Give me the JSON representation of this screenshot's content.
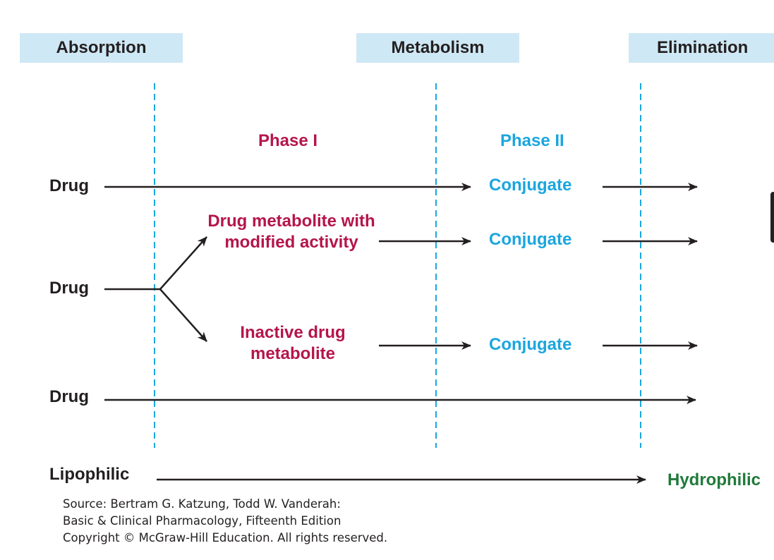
{
  "headers": {
    "absorption": "Absorption",
    "metabolism": "Metabolism",
    "elimination": "Elimination"
  },
  "phases": {
    "phase1": "Phase I",
    "phase2": "Phase II"
  },
  "rows": {
    "drug1": "Drug",
    "drug2": "Drug",
    "drug3": "Drug",
    "metabolite_modified_line1": "Drug metabolite with",
    "metabolite_modified_line2": "modified activity",
    "metabolite_inactive_line1": "Inactive drug",
    "metabolite_inactive_line2": "metabolite",
    "conjugate1": "Conjugate",
    "conjugate2": "Conjugate",
    "conjugate3": "Conjugate"
  },
  "gradient": {
    "start": "Lipophilic",
    "end": "Hydrophilic"
  },
  "source": {
    "line1": "Source: Bertram G. Katzung, Todd W. Vanderah:",
    "line2": "Basic & Clinical Pharmacology, Fifteenth Edition",
    "line3": "Copyright © McGraw-Hill Education. All rights reserved."
  },
  "colors": {
    "header_bg": "#cfe8f5",
    "phase1": "#b5154b",
    "phase2": "#1ba6de",
    "hydrophilic": "#1f7a3a",
    "divider": "#1ba6de"
  }
}
